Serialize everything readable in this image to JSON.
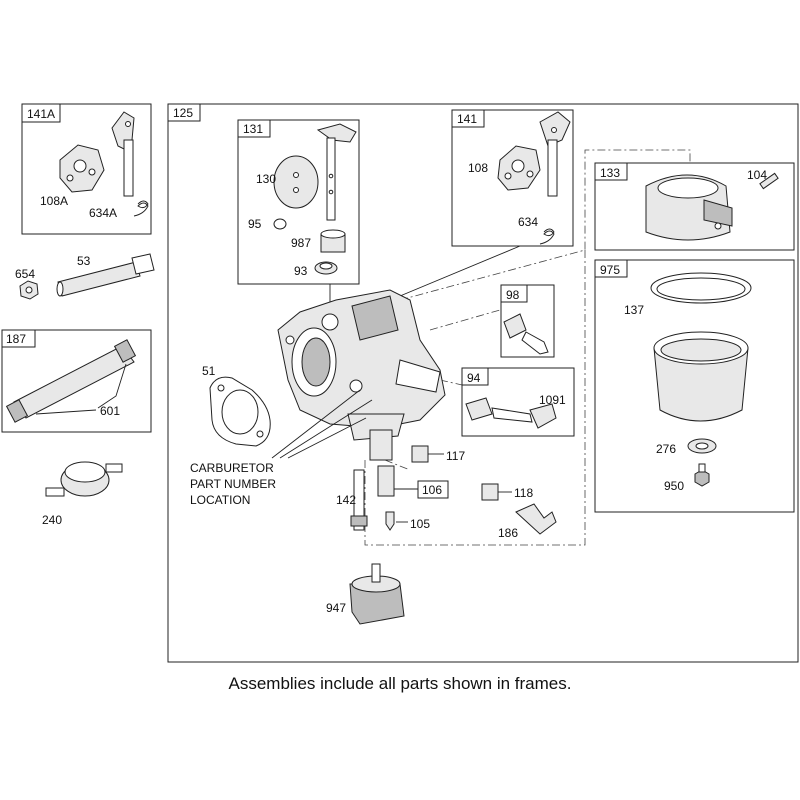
{
  "frames": {
    "f141A": "141A",
    "f125": "125",
    "f131": "131",
    "f141": "141",
    "f133": "133",
    "f975": "975",
    "f187": "187",
    "f98": "98",
    "f94": "94",
    "f106": "106"
  },
  "parts": {
    "p108A": "108A",
    "p634A": "634A",
    "p130": "130",
    "p95": "95",
    "p987": "987",
    "p93": "93",
    "p108": "108",
    "p634": "634",
    "p104": "104",
    "p137": "137",
    "p276": "276",
    "p950": "950",
    "p654": "654",
    "p53": "53",
    "p601": "601",
    "p240": "240",
    "p51": "51",
    "p1091": "1091",
    "p117": "117",
    "p142": "142",
    "p105": "105",
    "p118": "118",
    "p186": "186",
    "p947": "947"
  },
  "callout": {
    "line1": "CARBURETOR",
    "line2": "PART NUMBER",
    "line3": "LOCATION"
  },
  "footer_note": "Assemblies include all parts shown in frames."
}
